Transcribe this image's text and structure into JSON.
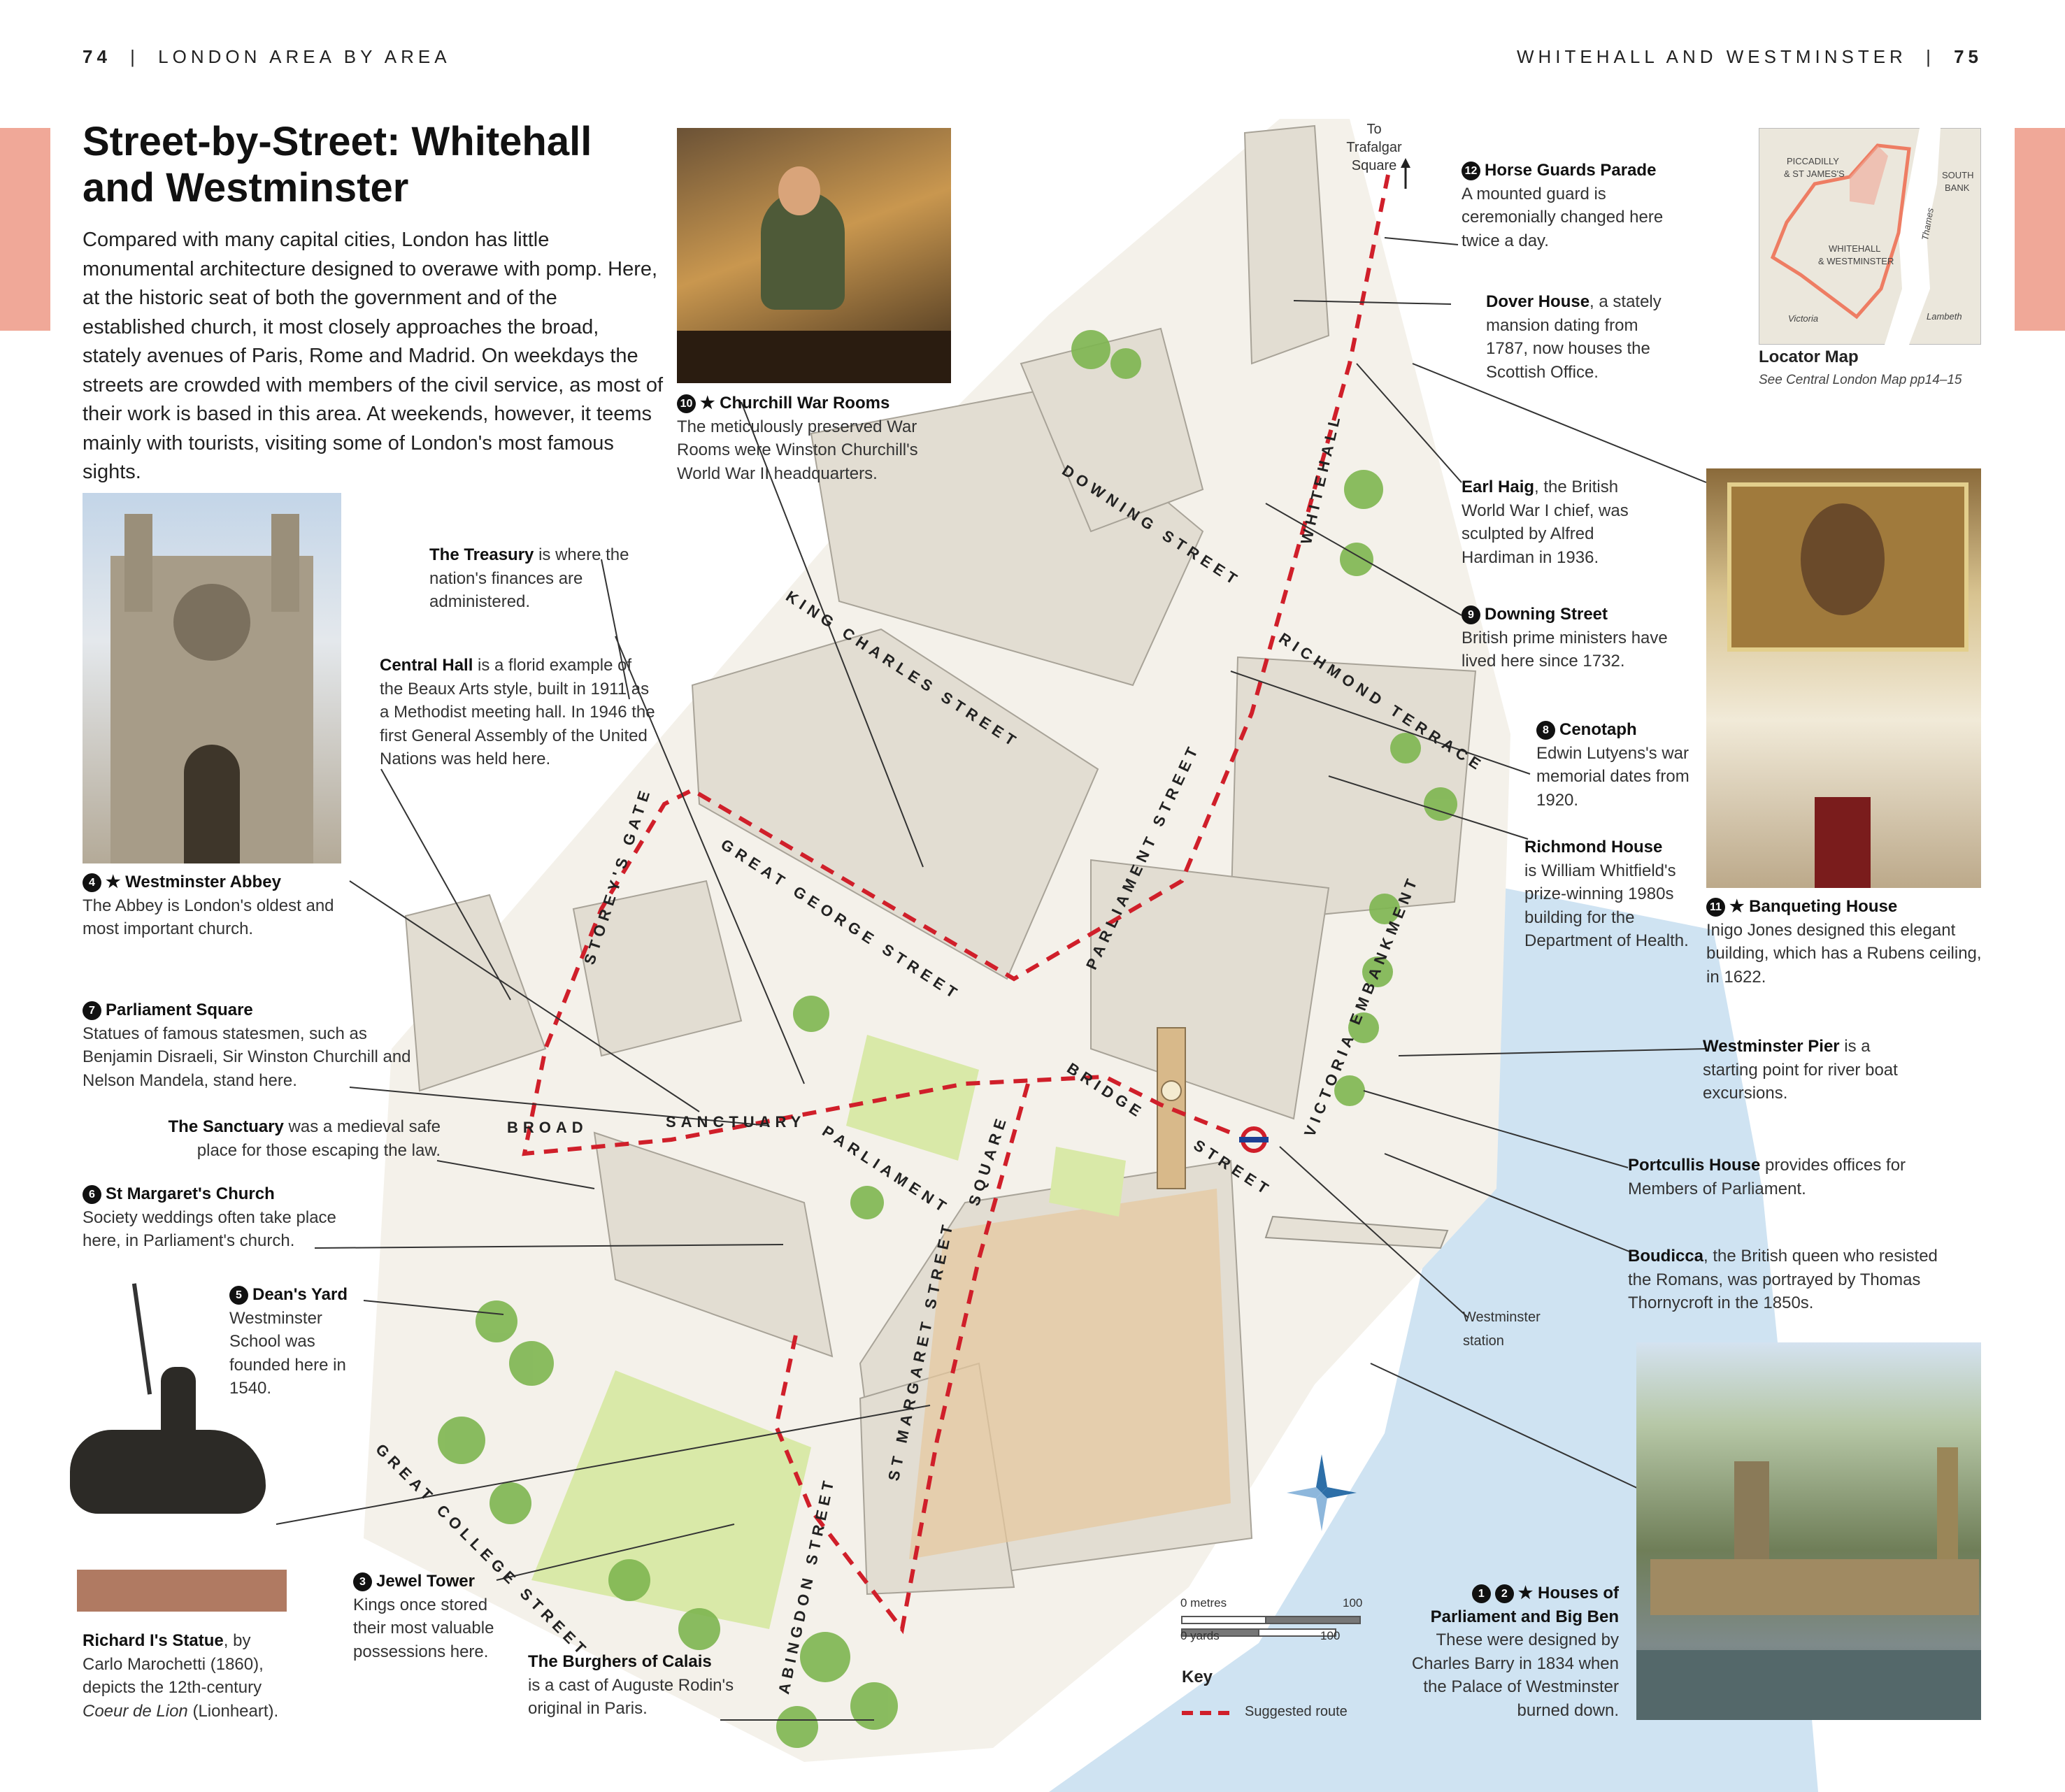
{
  "header": {
    "left_page": "74",
    "left_section": "LONDON AREA BY AREA",
    "right_section": "WHITEHALL AND WESTMINSTER",
    "right_page": "75"
  },
  "title": "Street-by-Street: Whitehall and Westminster",
  "intro": "Compared with many capital cities, London has little monumental architecture designed to overawe with pomp. Here, at the historic seat of both the government and of the established church, it most closely approaches the broad, stately avenues of Paris, Rome and Madrid. On weekdays the streets are crowded with members of the civil service, as most of their work is based in this area. At weekends, however, it teems mainly with tourists, visiting some of London's most famous sights.",
  "locator": {
    "title": "Locator Map",
    "subtitle": "See Central London Map pp14–15",
    "labels": {
      "piccadilly": "PICCADILLY",
      "stjames": "& ST JAMES'S",
      "south": "SOUTH",
      "bank": "BANK",
      "thames": "Thames",
      "whitehall": "WHITEHALL",
      "westminster": "& WESTMINSTER",
      "victoria": "Victoria",
      "lambeth": "Lambeth"
    }
  },
  "captions": {
    "churchill": {
      "num": "10",
      "title": "★ Churchill War Rooms",
      "text": "The meticulously preserved War Rooms were Winston Churchill's World War II headquarters."
    },
    "treasury": {
      "title": "The Treasury",
      "text": " is where the nation's finances are administered."
    },
    "central_hall": {
      "title": "Central Hall",
      "text": " is a florid example of the Beaux Arts style, built in 1911 as a Methodist meeting hall. In 1946 the first General Assembly of the United Nations was held here."
    },
    "abbey": {
      "num": "4",
      "title": "★ Westminster Abbey",
      "text": "The Abbey is London's oldest and most important church."
    },
    "parliament_square": {
      "num": "7",
      "title": "Parliament Square",
      "text": "Statues of famous statesmen, such as Benjamin Disraeli, Sir Winston Churchill and Nelson Mandela, stand here."
    },
    "sanctuary": {
      "title": "The Sanctuary",
      "text": " was a medieval safe place for those escaping the law."
    },
    "st_margarets": {
      "num": "6",
      "title": "St Margaret's Church",
      "text": "Society weddings often take place here, in Parliament's church."
    },
    "deans_yard": {
      "num": "5",
      "title": "Dean's Yard",
      "text": "Westminster School was founded here in 1540."
    },
    "jewel_tower": {
      "num": "3",
      "title": "Jewel Tower",
      "text": "Kings once stored their most valuable possessions here."
    },
    "burghers": {
      "title": "The Burghers of Calais",
      "text": "is a cast of Auguste Rodin's original in Paris."
    },
    "richard": {
      "title": "Richard I's Statue",
      "text_before": ", by Carlo Marochetti (1860), depicts the 12th-century ",
      "italic": "Coeur de Lion",
      "text_after": " (Lionheart)."
    },
    "horse_guards": {
      "num": "12",
      "title": "Horse Guards Parade",
      "text": "A mounted guard is ceremonially changed here twice a day."
    },
    "dover_house": {
      "title": "Dover House",
      "text": ", a stately mansion dating from 1787, now houses the Scottish Office."
    },
    "earl_haig": {
      "title": "Earl Haig",
      "text": ", the British World War I chief, was sculpted by Alfred Hardiman in 1936."
    },
    "downing": {
      "num": "9",
      "title": "Downing Street",
      "text": "British prime ministers have lived here since 1732."
    },
    "cenotaph": {
      "num": "8",
      "title": "Cenotaph",
      "text": "Edwin Lutyens's war memorial dates from 1920."
    },
    "richmond_house": {
      "title": "Richmond House",
      "text": "is William Whitfield's prize-winning 1980s building for the Department of Health."
    },
    "banqueting": {
      "num": "11",
      "title": "★ Banqueting House",
      "text": "Inigo Jones designed this elegant building, which has a Rubens ceiling, in 1622."
    },
    "pier": {
      "title": "Westminster Pier",
      "text": " is a starting point for river boat excursions."
    },
    "portcullis": {
      "title": "Portcullis House",
      "text": " provides offices for Members of Parliament."
    },
    "boudicca": {
      "title": "Boudicca",
      "text": ", the British queen who resisted the Romans, was portrayed by Thomas Thornycroft in the 1850s."
    },
    "houses": {
      "num1": "1",
      "num2": "2",
      "title1": "★ Houses of",
      "title2": "Parliament and Big Ben",
      "text": "These were designed by Charles Barry in 1834 when the Palace of Westminster burned down."
    }
  },
  "map_labels": {
    "trafalgar1": "To Trafalgar",
    "trafalgar2": "Square",
    "station1": "Westminster",
    "station2": "station",
    "scale_metres": "0 metres",
    "scale_m_val": "100",
    "scale_yards": "0 yards",
    "scale_y_val": "100",
    "key": "Key",
    "route": "Suggested route"
  },
  "streets": {
    "whitehall": "WHITEHALL",
    "downing": "DOWNING STREET",
    "king_charles": "KING CHARLES STREET",
    "richmond": "RICHMOND TERRACE",
    "parliament_st": "PARLIAMENT STREET",
    "storeys_gate": "STOREY'S GATE",
    "great_george": "GREAT GEORGE STREET",
    "victoria_emb": "VICTORIA EMBANKMENT",
    "bridge": "BRIDGE",
    "street": "STREET",
    "broad": "BROAD",
    "sanctuary": "SANCTUARY",
    "parliament_sq": "PARLIAMENT",
    "square": "SQUARE",
    "st_margaret": "ST MARGARET STREET",
    "great_college": "GREAT COLLEGE STREET",
    "abingdon": "ABINGDON STREET"
  },
  "colors": {
    "tab": "#f0a898",
    "route": "#d01f2a",
    "river": "#cfe3f2",
    "green": "#8fc460",
    "stone": "#e8e3da"
  }
}
